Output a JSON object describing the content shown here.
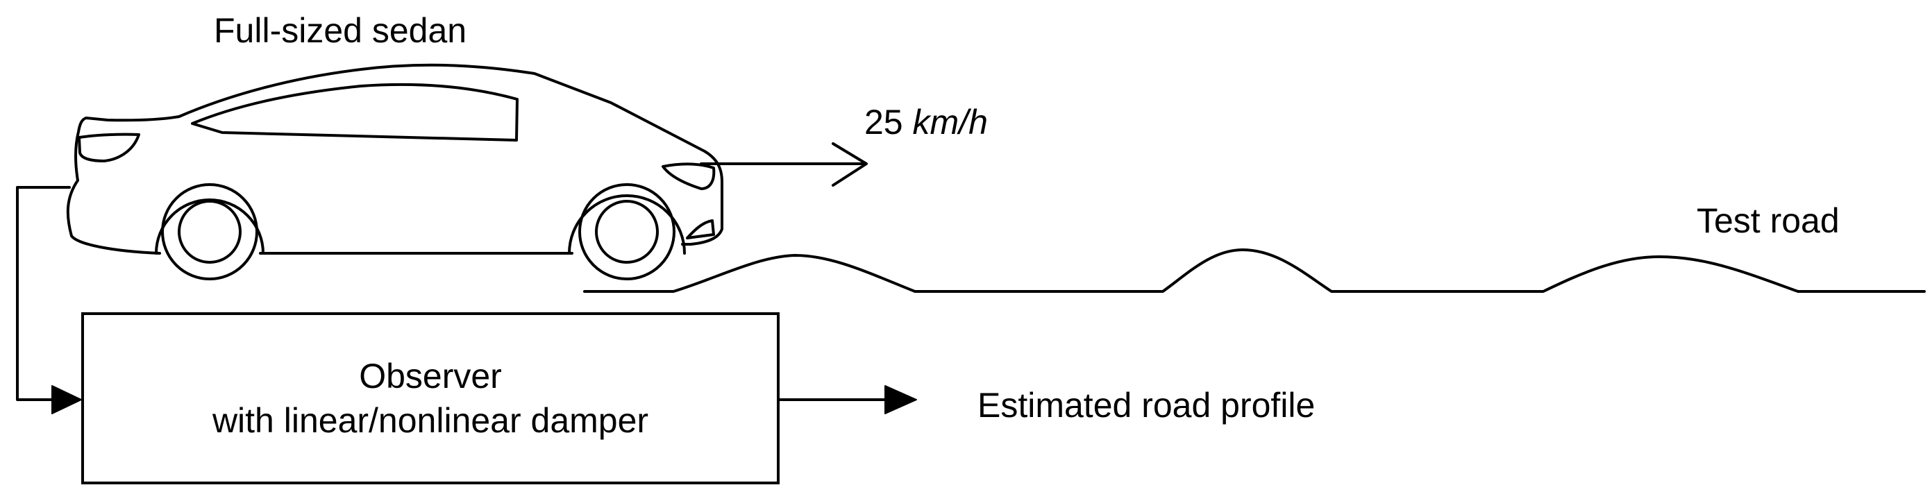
{
  "vehicle": {
    "label": "Full-sized sedan"
  },
  "speed": {
    "value": "25",
    "unit": "km/h"
  },
  "road": {
    "label": "Test road"
  },
  "observer": {
    "line1": "Observer",
    "line2": "with linear/nonlinear damper"
  },
  "output": {
    "label": "Estimated road profile"
  },
  "colors": {
    "stroke": "#000000",
    "background": "#ffffff"
  }
}
